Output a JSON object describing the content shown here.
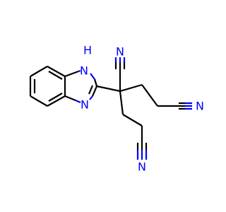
{
  "molecule": {
    "atoms": {
      "nh_n": "N",
      "nh_h": "H",
      "n3": "N",
      "cn_top": "N",
      "cn_right": "N",
      "cn_bottom": "N"
    },
    "colors": {
      "bond": "#000000",
      "nitrogen": "#0000ff",
      "background": "#ffffff"
    }
  }
}
